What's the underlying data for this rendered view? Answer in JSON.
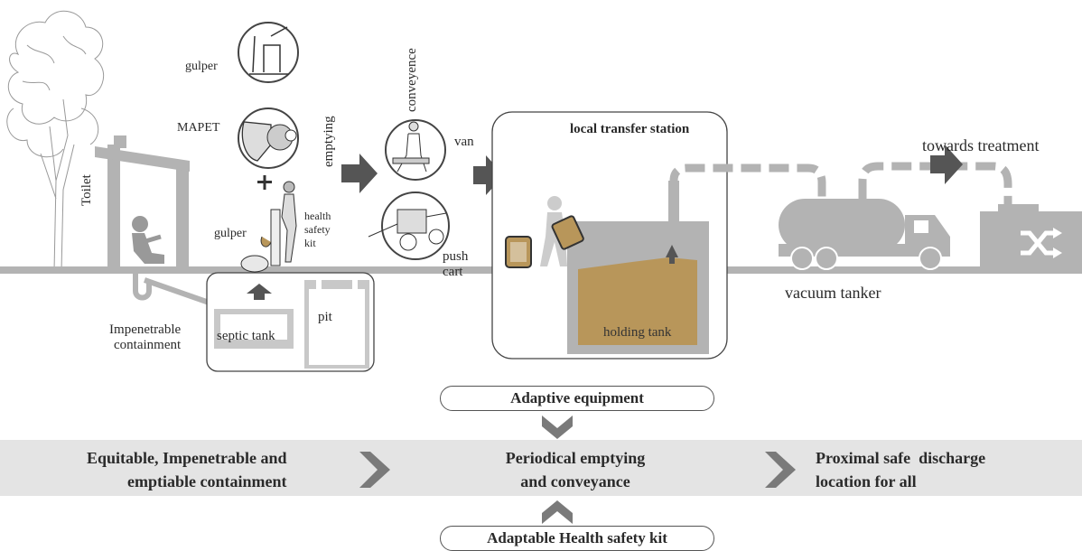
{
  "scene": {
    "toilet": "Toilet",
    "gulper_top": "gulper",
    "mapet": "MAPET",
    "emptying": "emptying",
    "gulper_low": "gulper",
    "health_safety_kit": [
      "health",
      "safety",
      "kit"
    ],
    "impenetrable_containment": [
      "Impenetrable",
      "containment"
    ],
    "septic_tank": "septic tank",
    "pit": "pit",
    "conveyence": "conveyence",
    "van": "van",
    "push_cart": [
      "push",
      "cart"
    ],
    "local_transfer_station": "local transfer station",
    "holding_tank": "holding tank",
    "vacuum_tanker": "vacuum tanker",
    "towards_treatment": "towards treatment"
  },
  "flow": {
    "adaptive_equipment": "Adaptive equipment",
    "adaptable_health_safety_kit": "Adaptable Health safety kit",
    "step1": [
      "Equitable, Impenetrable and",
      "emptiable containment"
    ],
    "step2": [
      "Periodical emptying",
      "and conveyance"
    ],
    "step3": [
      "Proximal safe  discharge",
      "location for all"
    ]
  },
  "colors": {
    "ground": "#b3b3b3",
    "arrow": "#555555",
    "sludge": "#b8965a",
    "band": "#e4e4e4",
    "chevron": "#7a7a7a"
  }
}
